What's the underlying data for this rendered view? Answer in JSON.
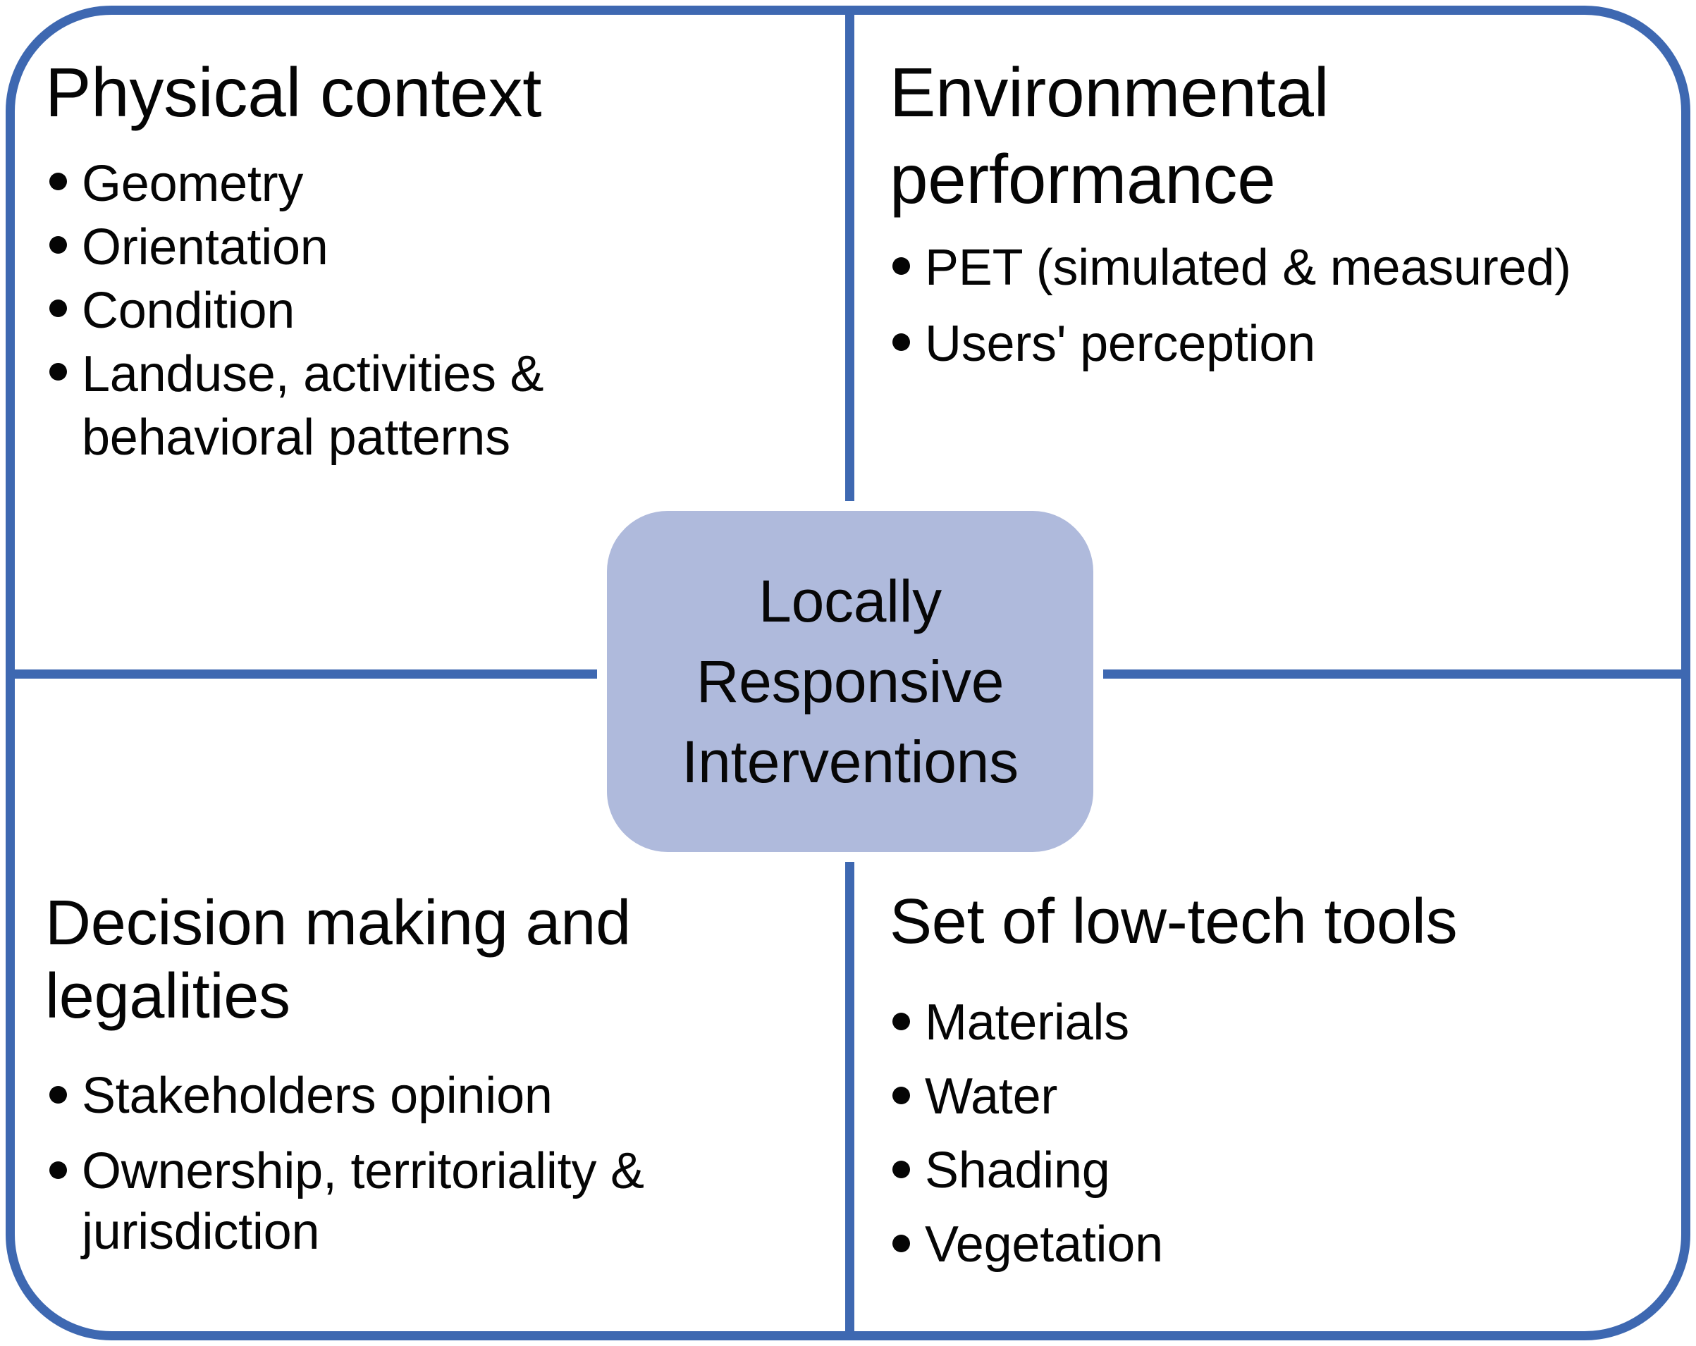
{
  "colors": {
    "line_blue": "#3E68B1",
    "center_fill": "#AFBADC",
    "text": "#050505",
    "background": "#FFFFFF"
  },
  "center": {
    "label_lines": [
      "Locally",
      "Responsive",
      "Interventions"
    ]
  },
  "quadrants": {
    "top_left": {
      "title_lines": [
        "Physical context"
      ],
      "bullets": [
        {
          "lines": [
            "Geometry"
          ]
        },
        {
          "lines": [
            "Orientation"
          ]
        },
        {
          "lines": [
            "Condition"
          ]
        },
        {
          "lines": [
            "Landuse, activities &",
            "behavioral patterns"
          ]
        }
      ]
    },
    "top_right": {
      "title_lines": [
        "Environmental",
        "performance"
      ],
      "bullets": [
        {
          "lines": [
            "PET (simulated & measured)"
          ]
        },
        {
          "lines": [
            "Users' perception"
          ]
        }
      ]
    },
    "bottom_left": {
      "title_lines": [
        "Decision making and",
        "legalities"
      ],
      "bullets": [
        {
          "lines": [
            "Stakeholders opinion"
          ]
        },
        {
          "lines": [
            "Ownership, territoriality &",
            "jurisdiction"
          ]
        }
      ]
    },
    "bottom_right": {
      "title_lines": [
        "Set of low-tech tools"
      ],
      "bullets": [
        {
          "lines": [
            "Materials"
          ]
        },
        {
          "lines": [
            "Water"
          ]
        },
        {
          "lines": [
            "Shading"
          ]
        },
        {
          "lines": [
            "Vegetation"
          ]
        }
      ]
    }
  }
}
